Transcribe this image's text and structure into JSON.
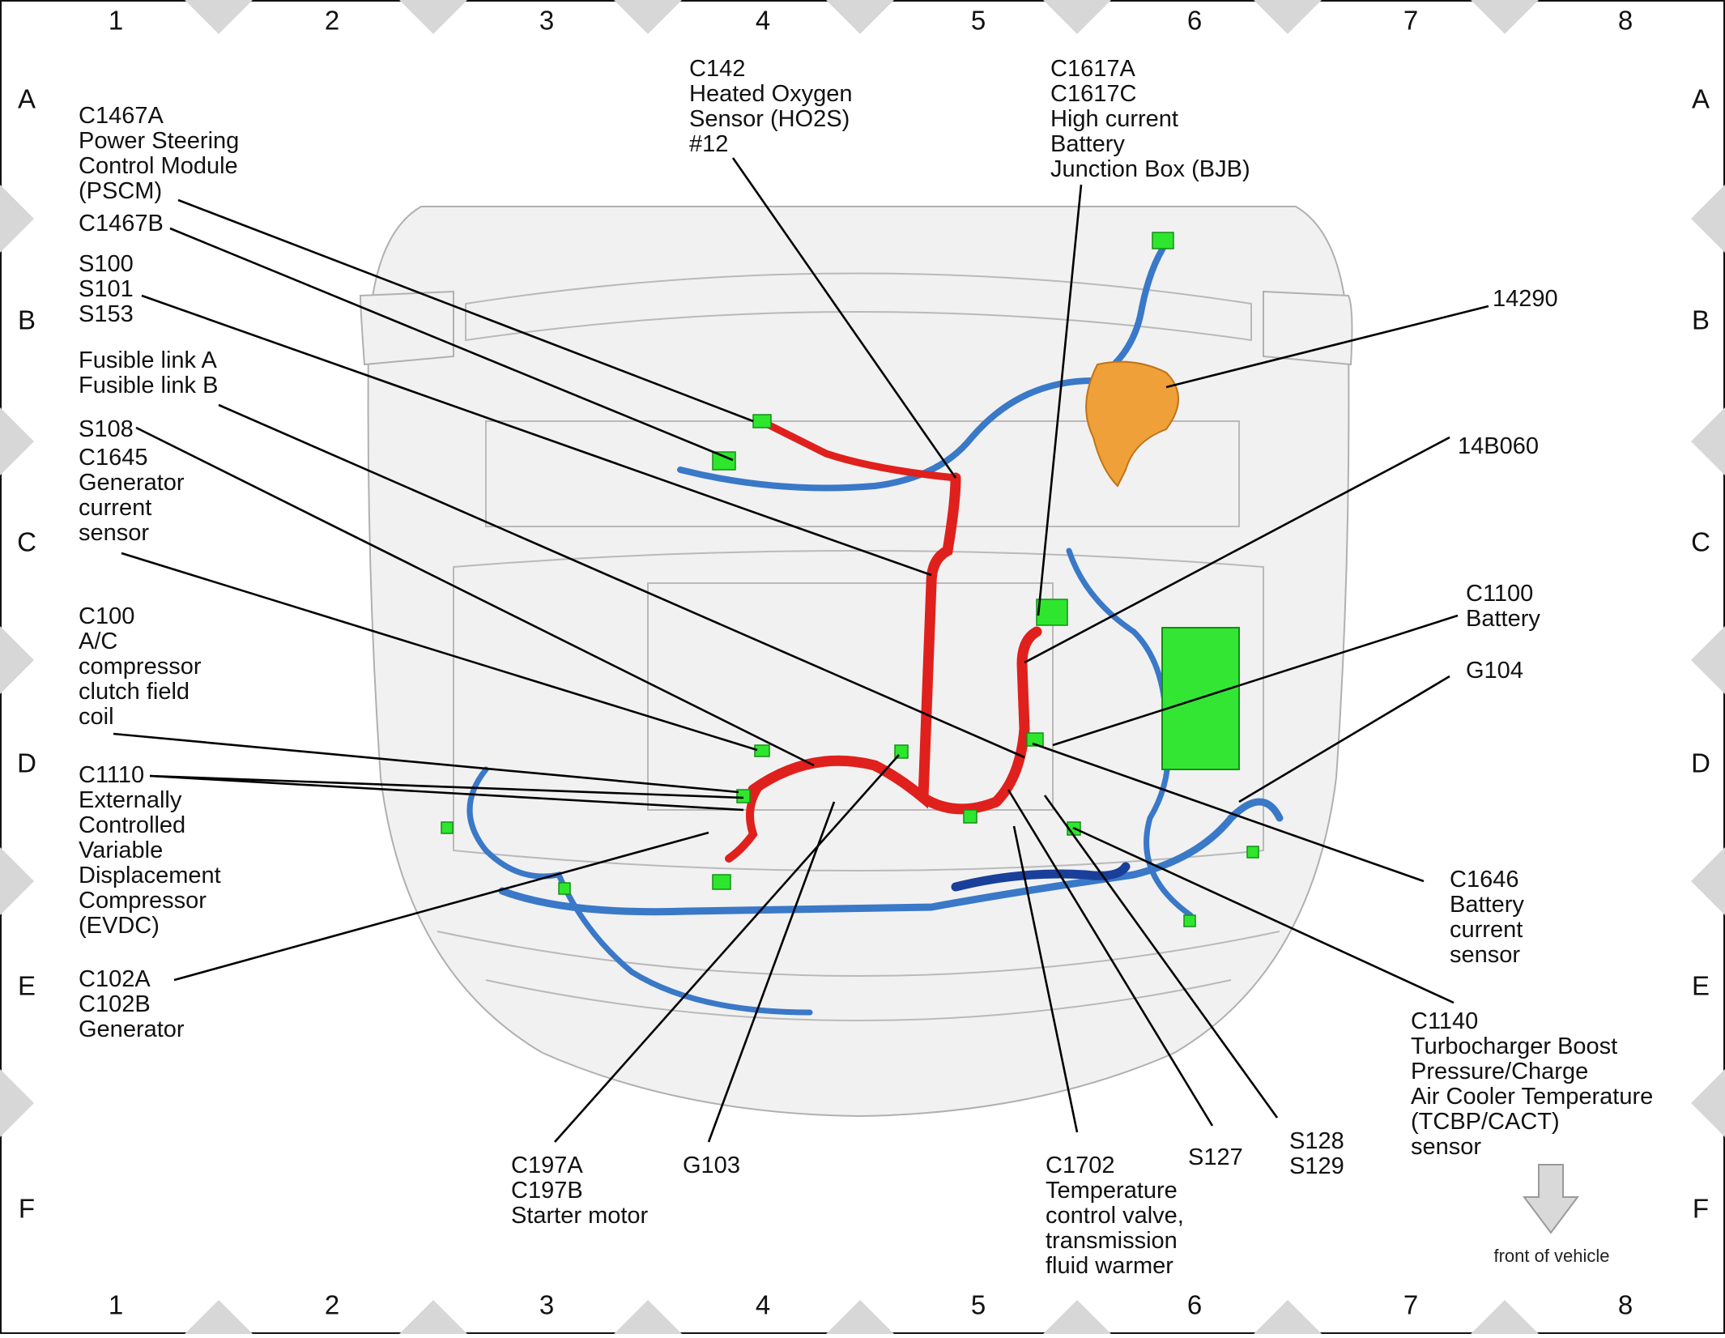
{
  "grid": {
    "columns": [
      "1",
      "2",
      "3",
      "4",
      "5",
      "6",
      "7",
      "8"
    ],
    "rows": [
      "A",
      "B",
      "C",
      "D",
      "E",
      "F"
    ]
  },
  "callouts": [
    {
      "id": "c142",
      "lines": [
        "C142",
        "Heated Oxygen",
        "Sensor (HO2S)",
        "#12"
      ]
    },
    {
      "id": "c1617",
      "lines": [
        "C1617A",
        "C1617C",
        "High current",
        "Battery",
        "Junction Box (BJB)"
      ]
    },
    {
      "id": "c1467a",
      "lines": [
        "C1467A",
        "Power Steering",
        "Control Module",
        "(PSCM)"
      ]
    },
    {
      "id": "c1467b",
      "lines": [
        "C1467B"
      ]
    },
    {
      "id": "s100",
      "lines": [
        "S100",
        "S101",
        "S153"
      ]
    },
    {
      "id": "fusible",
      "lines": [
        "Fusible link A",
        "Fusible link B"
      ]
    },
    {
      "id": "s108",
      "lines": [
        "S108"
      ]
    },
    {
      "id": "c1645",
      "lines": [
        "C1645",
        "Generator",
        "current",
        "sensor"
      ]
    },
    {
      "id": "c100",
      "lines": [
        "C100",
        "A/C",
        "compressor",
        "clutch field",
        "coil"
      ]
    },
    {
      "id": "c1110",
      "lines": [
        "C1110",
        "Externally",
        "Controlled",
        "Variable",
        "Displacement",
        "Compressor",
        "(EVDC)"
      ]
    },
    {
      "id": "c102",
      "lines": [
        "C102A",
        "C102B",
        "Generator"
      ]
    },
    {
      "id": "c197",
      "lines": [
        "C197A",
        "C197B",
        "Starter motor"
      ]
    },
    {
      "id": "g103",
      "lines": [
        "G103"
      ]
    },
    {
      "id": "c1702",
      "lines": [
        "C1702",
        "Temperature",
        "control valve,",
        "transmission",
        "fluid warmer"
      ]
    },
    {
      "id": "s127",
      "lines": [
        "S127"
      ]
    },
    {
      "id": "s128",
      "lines": [
        "S128",
        "S129"
      ]
    },
    {
      "id": "c1140",
      "lines": [
        "C1140",
        "Turbocharger Boost",
        "Pressure/Charge",
        "Air Cooler Temperature",
        "(TCBP/CACT)",
        "sensor"
      ]
    },
    {
      "id": "c1646",
      "lines": [
        "C1646",
        "Battery",
        "current",
        "sensor"
      ]
    },
    {
      "id": "n14290",
      "lines": [
        "14290"
      ]
    },
    {
      "id": "n14b060",
      "lines": [
        "14B060"
      ]
    },
    {
      "id": "c1100",
      "lines": [
        "C1100",
        "Battery"
      ]
    },
    {
      "id": "g104",
      "lines": [
        "G104"
      ]
    }
  ],
  "front_of_vehicle": "front of vehicle",
  "colors": {
    "red_harness": "#e0201c",
    "blue_harness": "#3a78c8",
    "dark_blue_harness": "#1a3f9a",
    "connector_green": "#2ee62e",
    "battery_green": "#33e633",
    "bjb_orange": "#f0a038",
    "border_diamond": "#d7d7d7",
    "front_arrow": "#d9d9d9"
  }
}
